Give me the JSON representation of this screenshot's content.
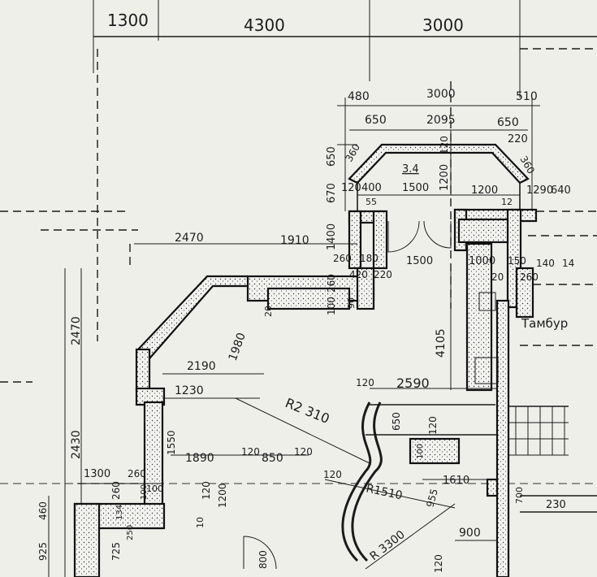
{
  "top_row": [
    "1300",
    "4300",
    "3000"
  ],
  "bay_dims": {
    "d480": "480",
    "d3000": "3000",
    "d510": "510",
    "d650a": "650",
    "d2095": "2095",
    "d650b": "650",
    "d220": "220",
    "d360": "360",
    "d360b": "360",
    "d650v": "650",
    "d670": "670",
    "d1200": "1200",
    "d120a": "120",
    "room_label": "3.4",
    "d120b": "120",
    "d400": "400",
    "d1500a": "1500",
    "d1200b": "1200",
    "d1290": "1290",
    "d640": "640",
    "d55": "55",
    "d12": "12"
  },
  "mid_dims": {
    "d2470h": "2470",
    "d1910": "1910",
    "d1400": "1400",
    "d260": "260",
    "d180": "180",
    "d1500b": "1500",
    "d1000": "1000",
    "d150": "150",
    "d140": "140",
    "d14": "14",
    "d20": "20",
    "d260b": "260",
    "d420": "420",
    "d220b": "220",
    "d260v": "260",
    "d100": "100",
    "d90": "90",
    "d20b": "20"
  },
  "left_dims": {
    "d2470v": "2470",
    "d2430": "2430",
    "d1980": "1980",
    "d2190": "2190",
    "d1230": "1230",
    "d1550": "1550",
    "d1890": "1890",
    "d120c": "120",
    "d850": "850",
    "d120d": "120",
    "d1300": "1300",
    "d260c": "260",
    "d100b": "100",
    "d460": "460",
    "d260d": "260",
    "d925": "925",
    "d725": "725",
    "d134": "134",
    "d250": "250",
    "d100c": "100",
    "d120e": "120",
    "d1200c": "1200",
    "d10": "10",
    "d800": "800"
  },
  "right_dims": {
    "tambur": "Тамбур",
    "d4105": "4105",
    "d120f": "120",
    "d2590": "2590",
    "d650c": "650",
    "d120g": "120",
    "d100d": "100",
    "d1610": "1610",
    "d700": "700",
    "d230": "230",
    "d955": "955",
    "d900": "900",
    "d120h": "120",
    "r2310": "R2 310",
    "r1510": "R1510",
    "r3300": "R 3300",
    "d120i": "120"
  }
}
